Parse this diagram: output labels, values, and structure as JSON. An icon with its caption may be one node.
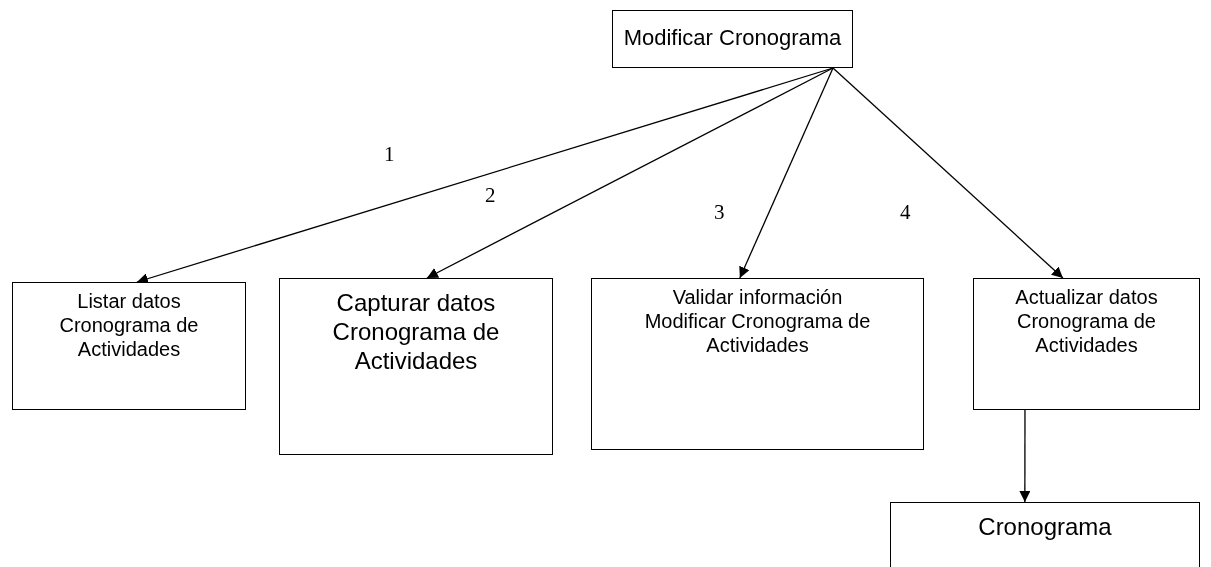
{
  "diagram": {
    "nodes": [
      {
        "text": [
          "Modificar Cronograma"
        ]
      },
      {
        "text": [
          "Listar datos Cronograma de Actividades"
        ]
      },
      {
        "text": [
          "Capturar datos Cronograma de Actividades"
        ]
      },
      {
        "text": [
          "Validar información Modificar Cronograma de Actividades"
        ]
      },
      {
        "text": [
          "Actualizar datos Cronograma de Actividades"
        ]
      },
      {
        "text": [
          "Cronograma"
        ]
      }
    ],
    "edges": [
      {
        "from": 0,
        "to": 1,
        "arrow": "to",
        "label": "1"
      },
      {
        "from": 0,
        "to": 2,
        "arrow": "to",
        "label": "2"
      },
      {
        "from": 0,
        "to": 3,
        "arrow": "to",
        "label": "3"
      },
      {
        "from": 0,
        "to": 4,
        "arrow": "to",
        "label": "4"
      },
      {
        "from": 4,
        "to": 5,
        "arrow": "to"
      }
    ]
  }
}
